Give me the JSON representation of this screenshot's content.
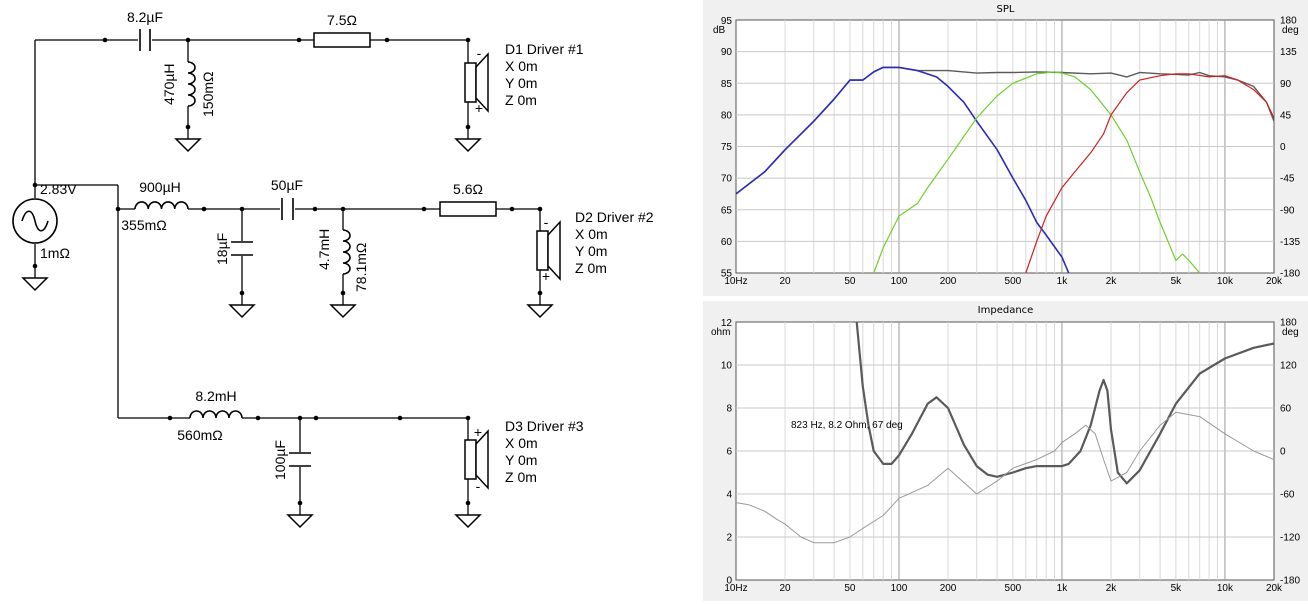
{
  "schematic": {
    "source": {
      "voltage": "2.83V",
      "resistance": "1mΩ"
    },
    "d1": {
      "c1": "8.2µF",
      "r1": "7.5Ω",
      "l1": "470µH",
      "l1_r": "150mΩ",
      "driver": "D1 Driver #1",
      "x": "X 0m",
      "y": "Y 0m",
      "z": "Z 0m",
      "minus": "-",
      "plus": "+"
    },
    "d2": {
      "l1": "900µH",
      "l1_r": "355mΩ",
      "c1": "18µF",
      "c2": "50µF",
      "l2": "4.7mH",
      "l2_r": "78.1mΩ",
      "r1": "5.6Ω",
      "driver": "D2 Driver #2",
      "x": "X 0m",
      "y": "Y 0m",
      "z": "Z 0m",
      "minus": "-",
      "plus": "+"
    },
    "d3": {
      "l1": "8.2mH",
      "l1_r": "560mΩ",
      "c1": "100µF",
      "driver": "D3 Driver #3",
      "x": "X 0m",
      "y": "Y 0m",
      "z": "Z 0m",
      "plus": "+",
      "minus": "-"
    }
  },
  "spl_graph": {
    "title": "SPL",
    "left_unit": "dB",
    "right_unit": "deg",
    "left_ticks": [
      "95",
      "90",
      "85",
      "80",
      "75",
      "70",
      "65",
      "60",
      "55"
    ],
    "right_ticks": [
      "180",
      "135",
      "90",
      "45",
      "0",
      "-45",
      "-90",
      "-135",
      "-180"
    ],
    "x_ticks": [
      "10Hz",
      "20",
      "50",
      "100",
      "200",
      "500",
      "1k",
      "2k",
      "5k",
      "10k",
      "20k"
    ]
  },
  "impedance_graph": {
    "title": "Impedance",
    "left_unit": "ohm",
    "right_unit": "deg",
    "left_ticks": [
      "12",
      "10",
      "8",
      "6",
      "4",
      "2",
      "0"
    ],
    "right_ticks": [
      "180",
      "120",
      "60",
      "0",
      "-60",
      "-120",
      "-180"
    ],
    "x_ticks": [
      "10Hz",
      "20",
      "50",
      "100",
      "200",
      "500",
      "1k",
      "2k",
      "5k",
      "10k",
      "20k"
    ],
    "annotation": "823 Hz, 8.2 Ohm, 67 deg"
  },
  "chart_data": [
    {
      "type": "line",
      "title": "SPL",
      "xlabel": "Hz",
      "ylabel": "dB",
      "x_scale": "log",
      "xlim": [
        10,
        20000
      ],
      "ylim": [
        55,
        95
      ],
      "y2label": "deg",
      "y2lim": [
        -180,
        180
      ],
      "grid": true,
      "colors": {
        "sum": "#5a5a5a",
        "d1": "#2b2bb8",
        "d2": "#70d02a",
        "d3": "#d02020",
        "d3_hi": "#a82222"
      },
      "series": [
        {
          "x": [
            10,
            15,
            20,
            30,
            40,
            50,
            60,
            70,
            80,
            100,
            130,
            170,
            200,
            250,
            300,
            400,
            500,
            700,
            1000,
            1500,
            2000,
            2500,
            3000,
            4000,
            5000,
            6000,
            7000,
            8000,
            10000,
            12000,
            15000,
            18000,
            20000
          ],
          "values": [
            67.5,
            71,
            74.5,
            79,
            82.5,
            85.5,
            85.5,
            86.8,
            87.5,
            87.5,
            87,
            87,
            87,
            86.8,
            86.6,
            86.7,
            86.7,
            86.8,
            86.7,
            86.5,
            86.6,
            86,
            86.7,
            86.5,
            86.4,
            86.3,
            86.7,
            86.2,
            86,
            85.5,
            84.5,
            82,
            79
          ]
        },
        {
          "x": [
            10,
            15,
            20,
            30,
            40,
            50,
            60,
            70,
            80,
            100,
            130,
            170,
            200,
            250,
            300,
            400,
            500,
            600,
            700,
            800,
            1000,
            1100
          ],
          "values": [
            67.5,
            71,
            74.5,
            79,
            82.5,
            85.5,
            85.5,
            86.8,
            87.5,
            87.5,
            87,
            86,
            84.5,
            82,
            79,
            74.5,
            70,
            66.5,
            63,
            61,
            57.5,
            55
          ]
        },
        {
          "x": [
            70,
            80,
            100,
            130,
            150,
            200,
            300,
            400,
            500,
            700,
            900,
            1000,
            1200,
            1500,
            2000,
            2500,
            3000,
            3500,
            4000,
            5000,
            5500,
            6000,
            7000
          ],
          "values": [
            55,
            59,
            64,
            66,
            68.5,
            73,
            79.5,
            83,
            85,
            86.5,
            86.8,
            86.6,
            86,
            84,
            80,
            76,
            71,
            67,
            63,
            57,
            58,
            57,
            55
          ]
        },
        {
          "x": [
            600,
            700,
            800,
            1000,
            1200,
            1500,
            1800,
            2000,
            2500,
            3000,
            4000,
            5000,
            6000,
            8000,
            10000,
            12000,
            15000,
            18000,
            20000
          ],
          "values": [
            55,
            60,
            64,
            68.5,
            71,
            74,
            77,
            80,
            83.5,
            85.5,
            86.2,
            86.5,
            86.5,
            86,
            86.2,
            85.5,
            84,
            82,
            79.5
          ]
        }
      ]
    },
    {
      "type": "line",
      "title": "Impedance",
      "xlabel": "Hz",
      "ylabel": "ohm",
      "x_scale": "log",
      "xlim": [
        10,
        20000
      ],
      "ylim": [
        0,
        12
      ],
      "y2label": "deg",
      "y2lim": [
        -180,
        180
      ],
      "grid": true,
      "colors": {
        "magnitude": "#5a5a5a",
        "phase": "#9a9a9a"
      },
      "series": [
        {
          "x": [
            55,
            60,
            65,
            70,
            80,
            90,
            100,
            120,
            150,
            170,
            200,
            250,
            300,
            350,
            400,
            500,
            600,
            700,
            800,
            900,
            1000,
            1100,
            1300,
            1500,
            1700,
            1800,
            1900,
            2000,
            2200,
            2500,
            3000,
            4000,
            5000,
            7000,
            10000,
            15000,
            20000
          ],
          "values": [
            12,
            9,
            7.2,
            6,
            5.4,
            5.4,
            5.8,
            6.8,
            8.2,
            8.5,
            8,
            6.3,
            5.3,
            4.9,
            4.8,
            5,
            5.2,
            5.3,
            5.3,
            5.3,
            5.3,
            5.4,
            6,
            7.2,
            8.8,
            9.3,
            8.8,
            7,
            5,
            4.5,
            5.1,
            6.8,
            8.2,
            9.6,
            10.3,
            10.8,
            11
          ]
        },
        {
          "x": [
            10,
            12,
            15,
            18,
            20,
            25,
            30,
            40,
            50,
            60,
            80,
            100,
            150,
            200,
            300,
            400,
            500,
            700,
            900,
            1000,
            1200,
            1400,
            1600,
            1800,
            2000,
            2500,
            3000,
            4000,
            5000,
            7000,
            10000,
            15000,
            20000
          ],
          "values": [
            -72,
            -75,
            -84,
            -96,
            -102,
            -120,
            -128,
            -128,
            -120,
            -108,
            -90,
            -66,
            -48,
            -24,
            -60,
            -42,
            -24,
            -12,
            0,
            12,
            24,
            36,
            24,
            -12,
            -42,
            -30,
            0,
            36,
            54,
            48,
            24,
            0,
            -12
          ]
        }
      ]
    }
  ]
}
